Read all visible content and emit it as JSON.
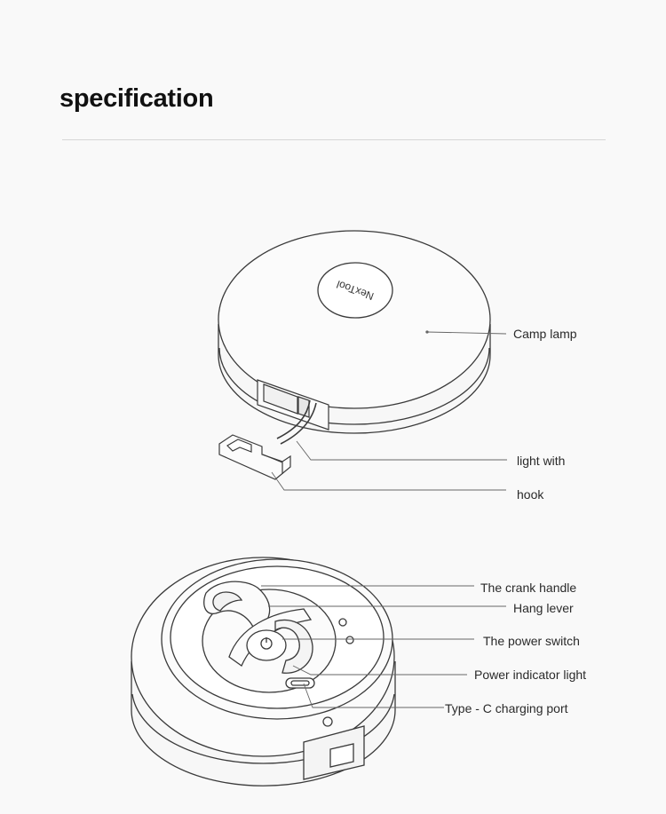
{
  "header": {
    "title": "specification"
  },
  "brand": {
    "logo_text": "NexTool"
  },
  "callouts": {
    "camp_lamp": "Camp lamp",
    "light_with": "light with",
    "hook": "hook",
    "crank_handle": "The crank handle",
    "hang_lever": "Hang lever",
    "power_switch": "The power switch",
    "power_indicator": "Power indicator light",
    "type_c_port": "Type - C charging port"
  },
  "colors": {
    "line": "#3a3a3a",
    "leader": "#666666",
    "background": "#f9f9f9",
    "text": "#2a2a2a"
  }
}
